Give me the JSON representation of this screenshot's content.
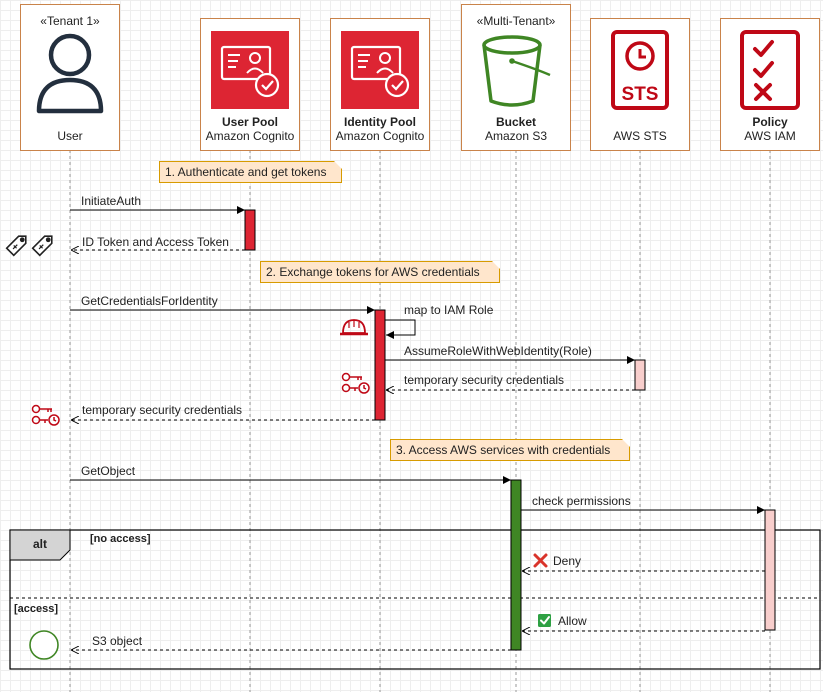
{
  "participants": [
    {
      "id": "user",
      "stereotype": "«Tenant 1»",
      "title": "",
      "subtitle": "User"
    },
    {
      "id": "userpool",
      "stereotype": "",
      "title": "User Pool",
      "subtitle": "Amazon Cognito"
    },
    {
      "id": "idpool",
      "stereotype": "",
      "title": "Identity Pool",
      "subtitle": "Amazon Cognito"
    },
    {
      "id": "bucket",
      "stereotype": "«Multi-Tenant»",
      "title": "Bucket",
      "subtitle": "Amazon S3"
    },
    {
      "id": "sts",
      "stereotype": "",
      "title": "",
      "subtitle": "AWS STS"
    },
    {
      "id": "iam",
      "stereotype": "",
      "title": "Policy",
      "subtitle": "AWS IAM"
    }
  ],
  "notes": {
    "step1": "1. Authenticate and get tokens",
    "step2": "2. Exchange tokens for AWS credentials",
    "step3": "3. Access AWS services with credentials"
  },
  "messages": {
    "initiate_auth": "InitiateAuth",
    "id_token": "ID Token and Access Token",
    "get_credentials": "GetCredentialsForIdentity",
    "map_role": "map to IAM Role",
    "assume_role": "AssumeRoleWithWebIdentity(Role)",
    "temp_creds_sts": "temporary security credentials",
    "temp_creds_user": "temporary security credentials",
    "get_object": "GetObject",
    "check_permissions": "check permissions",
    "deny": "Deny",
    "allow": "Allow",
    "s3_object": "S3 object"
  },
  "fragment": {
    "operator": "alt",
    "guard_no_access": "[no access]",
    "guard_access": "[access]"
  },
  "colors": {
    "participant_border": "#c9834a",
    "lifeline": "#999999",
    "cognito_red": "#dd2533",
    "sts_red": "#bf0816",
    "s3_green": "#3f8624",
    "activation_red": "#dd2533",
    "activation_pink": "#f8cecc",
    "activation_green": "#3f8624",
    "note_fill": "#ffe6cc",
    "note_border": "#d79b00",
    "deny_red": "#d9342b",
    "allow_green": "#2ea043"
  },
  "icons": {
    "user": "user-avatar-icon",
    "userpool": "cognito-user-pool-icon",
    "idpool": "cognito-identity-pool-icon",
    "bucket": "s3-bucket-icon",
    "sts": "sts-token-icon",
    "iam": "iam-policy-checklist-icon",
    "tokens": "token-tags-icon",
    "role": "iam-role-helmet-icon",
    "creds": "temporary-credentials-icon",
    "deny": "deny-x-icon",
    "allow": "allow-check-icon",
    "s3_object": "s3-object-circle-icon"
  }
}
